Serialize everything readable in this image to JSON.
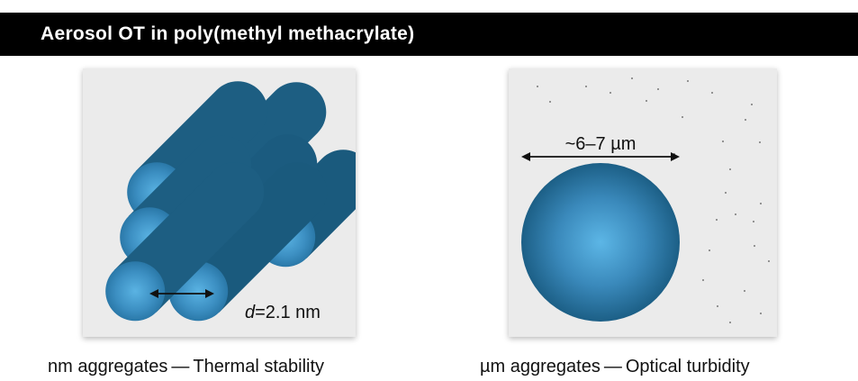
{
  "header": {
    "title": "Aerosol OT in poly(methyl methacrylate)"
  },
  "left_panel": {
    "diameter_var": "d",
    "diameter_value": "=2.1 nm",
    "caption": "nm aggregates — Thermal stability"
  },
  "right_panel": {
    "size_label": "~6–7 µm",
    "caption": "µm aggregates — Optical turbidity"
  },
  "colors": {
    "rod_body": "#1d5e82",
    "rod_end_center": "#5ab3e3",
    "rod_end_edge": "#2a78a8",
    "panel_bg": "#ebebeb",
    "title_bg": "#000000"
  }
}
